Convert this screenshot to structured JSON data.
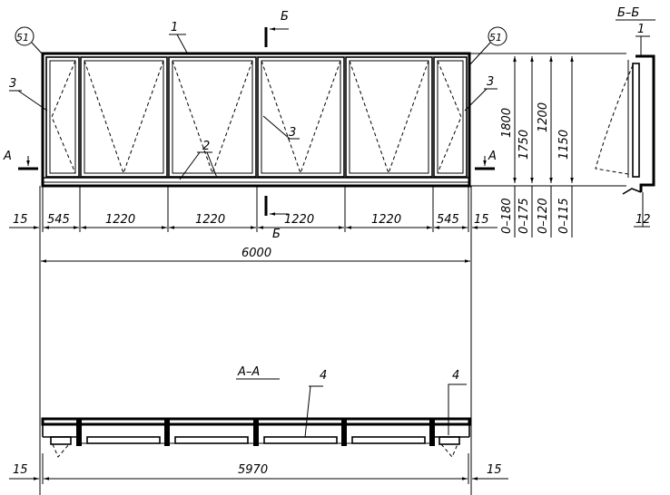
{
  "labels": {
    "frame": "1",
    "sill": "2",
    "sash": "3",
    "section_part": "4",
    "seal": "12",
    "node": "51",
    "section_mark": "Б",
    "section_view": "А",
    "section_bb_title": "Б–Б",
    "section_aa_title": "А–А"
  },
  "horizontal_dimensions": {
    "margin": "15",
    "narrow": "545",
    "wide": "1220",
    "total": "6000",
    "total_plan": "5970"
  },
  "vertical_dimensions": {
    "h1": "1800",
    "h2": "1750",
    "h3": "1200",
    "h4": "1150",
    "g1": "0–180",
    "g2": "0–175",
    "g3": "0–120",
    "g4": "0–115"
  }
}
